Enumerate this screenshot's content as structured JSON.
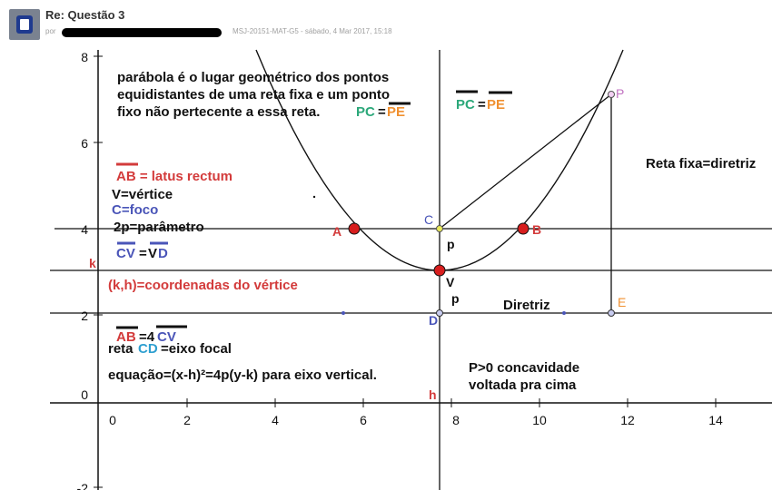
{
  "post": {
    "title": "Re: Questão 3",
    "meta_prefix": "por",
    "meta_suffix": "MSJ-20151-MAT-G5 - sábado, 4 Mar 2017, 15:18"
  },
  "axes": {
    "x_ticks": [
      "0",
      "2",
      "4",
      "6",
      "8",
      "10",
      "12",
      "14"
    ],
    "y_ticks": [
      "8",
      "6",
      "4",
      "2",
      "0",
      "-2"
    ]
  },
  "points": {
    "A": "A",
    "B": "B",
    "C": "C",
    "P": "P",
    "V": "V",
    "D": "D",
    "E": "E",
    "k": "k",
    "h": "h",
    "p_upper": "p",
    "p_lower": "p"
  },
  "labels": {
    "definition": [
      "parábola é o lugar geométrico dos pontos",
      "equidistantes de uma reta fixa e um ponto",
      "fixo não pertecente a essa reta."
    ],
    "def_pc": "PC",
    "def_eq": "=",
    "def_pe": "PE",
    "pc2": "PC",
    "eq2": "=",
    "pe2": "PE",
    "reta_fixa": "Reta fixa=diretriz",
    "latus": "AB = latus rectum",
    "vertice": "V=vértice",
    "foco": "C=foco",
    "parametro": "2p=parâmetro",
    "cv": "CV",
    "cv_eq": "=",
    "vd_v": "V",
    "vd_d": "D",
    "coord": "(k,h)=coordenadas do vértice",
    "ab4cv_ab": "AB",
    "ab4cv_eq": "=4",
    "ab4cv_cv": "CV",
    "eixo_reta": "reta",
    "eixo_cd": "CD",
    "eixo_rest": "=eixo focal",
    "equacao": "equação=(x-h)²=4p(y-k) para eixo vertical.",
    "concav_1": "P>0 concavidade",
    "concav_2": "voltada pra cima",
    "diretriz": "Diretriz"
  },
  "colors": {
    "red": "#d33b3b",
    "blue": "#4a55b8",
    "green": "#2ca87a",
    "orange": "#f09030",
    "black": "#111111"
  }
}
